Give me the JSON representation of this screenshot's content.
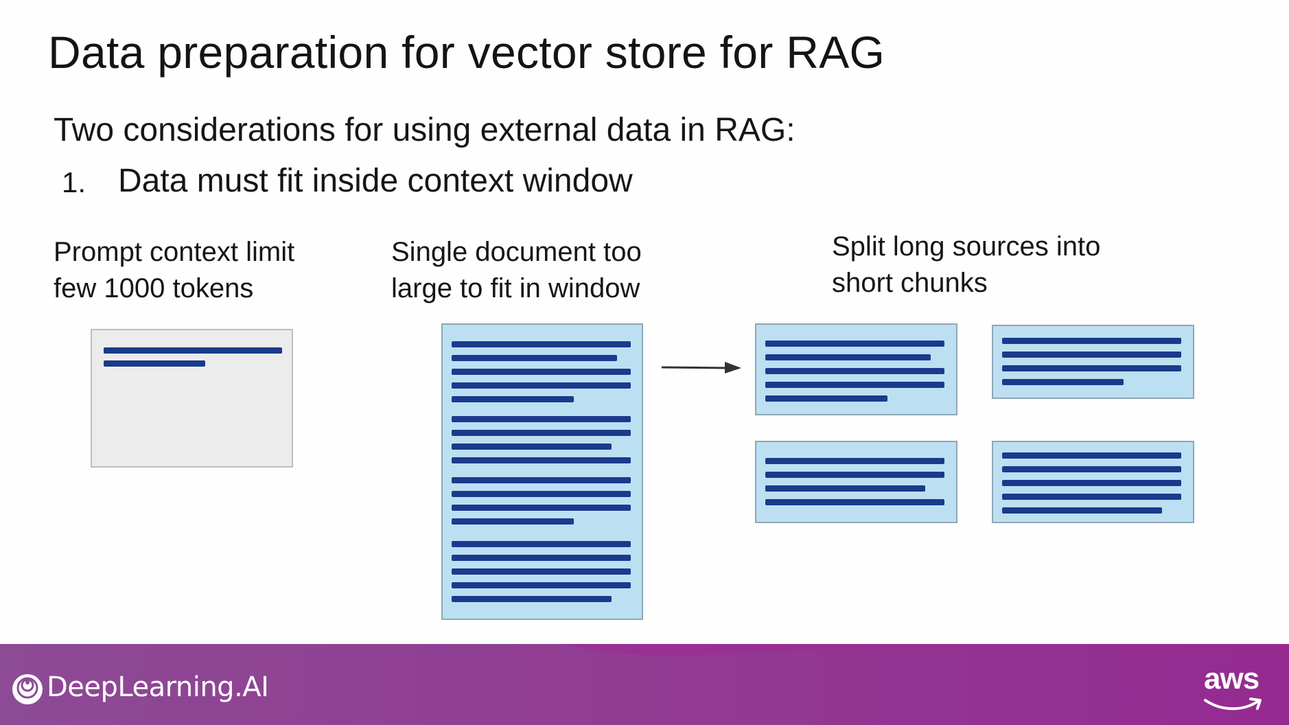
{
  "slide": {
    "title": "Data preparation for vector store for RAG",
    "subtitle": "Two considerations for using external data in RAG:",
    "list": [
      {
        "number": "1.",
        "text": "Data must fit inside context window"
      }
    ]
  },
  "diagram": {
    "captions": {
      "prompt": [
        "Prompt context limit",
        "few 1000 tokens"
      ],
      "single": [
        "Single document too",
        "large to fit in window"
      ],
      "split": [
        "Split long sources into",
        "short chunks"
      ]
    },
    "colors": {
      "line": "#1a3a8c",
      "doc_fill": "#bce0f2",
      "prompt_fill": "#ececec",
      "arrow": "#333333"
    }
  },
  "footer": {
    "brand": "DeepLearning.AI",
    "partner": "aws",
    "colors": {
      "start": "#8d4a95",
      "end": "#952a91"
    },
    "icons": [
      "deeplearning-ai-logo-icon",
      "aws-smile-icon"
    ]
  }
}
